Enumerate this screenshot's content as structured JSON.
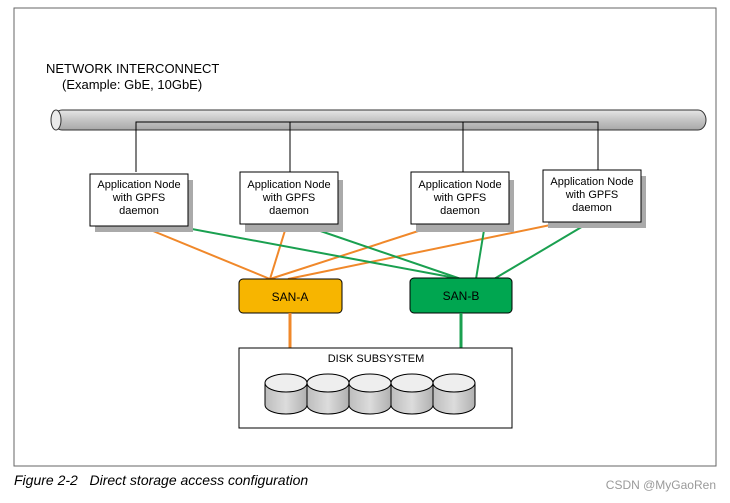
{
  "network": {
    "title": "NETWORK INTERCONNECT",
    "subtitle": "(Example: GbE, 10GbE)"
  },
  "nodes": [
    {
      "line1": "Application Node",
      "line2": "with GPFS",
      "line3": "daemon"
    },
    {
      "line1": "Application Node",
      "line2": "with GPFS",
      "line3": "daemon"
    },
    {
      "line1": "Application Node",
      "line2": "with GPFS",
      "line3": "daemon"
    },
    {
      "line1": "Application Node",
      "line2": "with GPFS",
      "line3": "daemon"
    }
  ],
  "san_a": {
    "label": "SAN-A",
    "color": "#f7b500"
  },
  "san_b": {
    "label": "SAN-B",
    "color": "#00a650"
  },
  "link_colors": {
    "orange": "#f0882a",
    "green": "#1aa050"
  },
  "disk": {
    "label": "DISK SUBSYSTEM",
    "count": 5
  },
  "caption": {
    "figure": "Figure 2-2",
    "text": "Direct storage access configuration"
  },
  "watermark": "CSDN @MyGaoRen"
}
